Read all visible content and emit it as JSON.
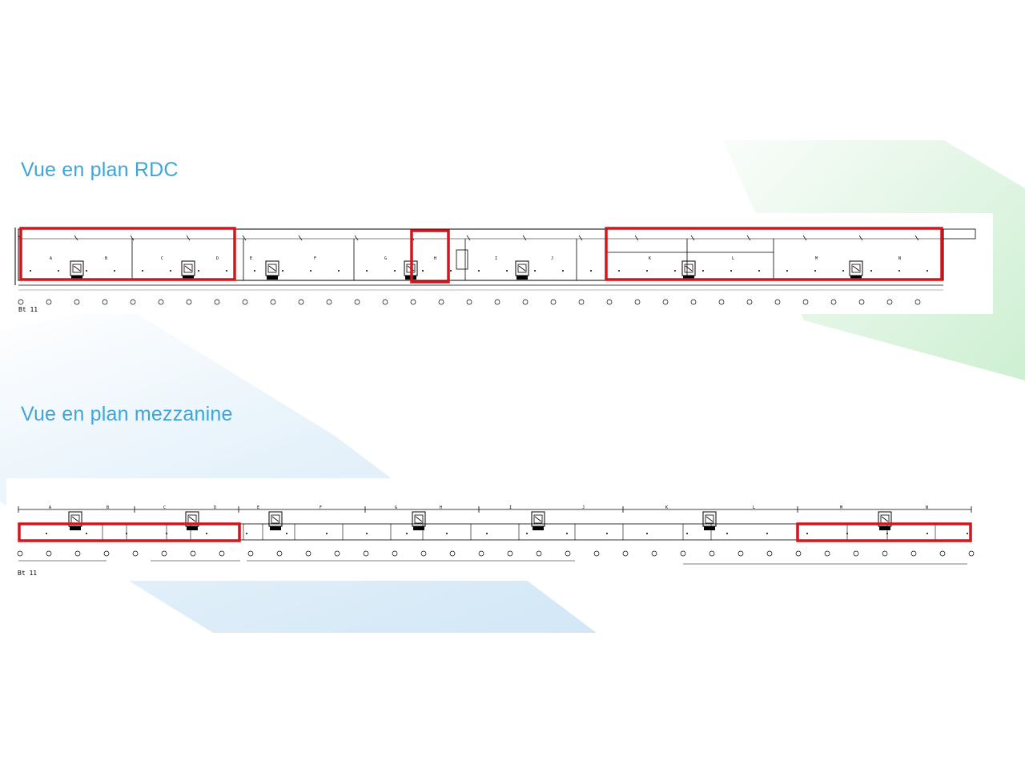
{
  "slide": {
    "title_rdc": "Vue en plan RDC",
    "title_mezzanine": "Vue en plan mezzanine"
  },
  "plan_rdc": {
    "caption": "Bt 11",
    "bays": [
      "A",
      "B",
      "C",
      "D",
      "E",
      "F",
      "G",
      "H",
      "I",
      "J",
      "K",
      "L",
      "M",
      "N"
    ]
  },
  "plan_mezzanine": {
    "caption": "Bt 11",
    "bays": [
      "A",
      "B",
      "C",
      "D",
      "E",
      "F",
      "G",
      "H",
      "I",
      "J",
      "K",
      "L",
      "M",
      "N"
    ]
  },
  "colors": {
    "title": "#3ea6d6",
    "highlight": "#d4151b",
    "lines": "#000000"
  }
}
